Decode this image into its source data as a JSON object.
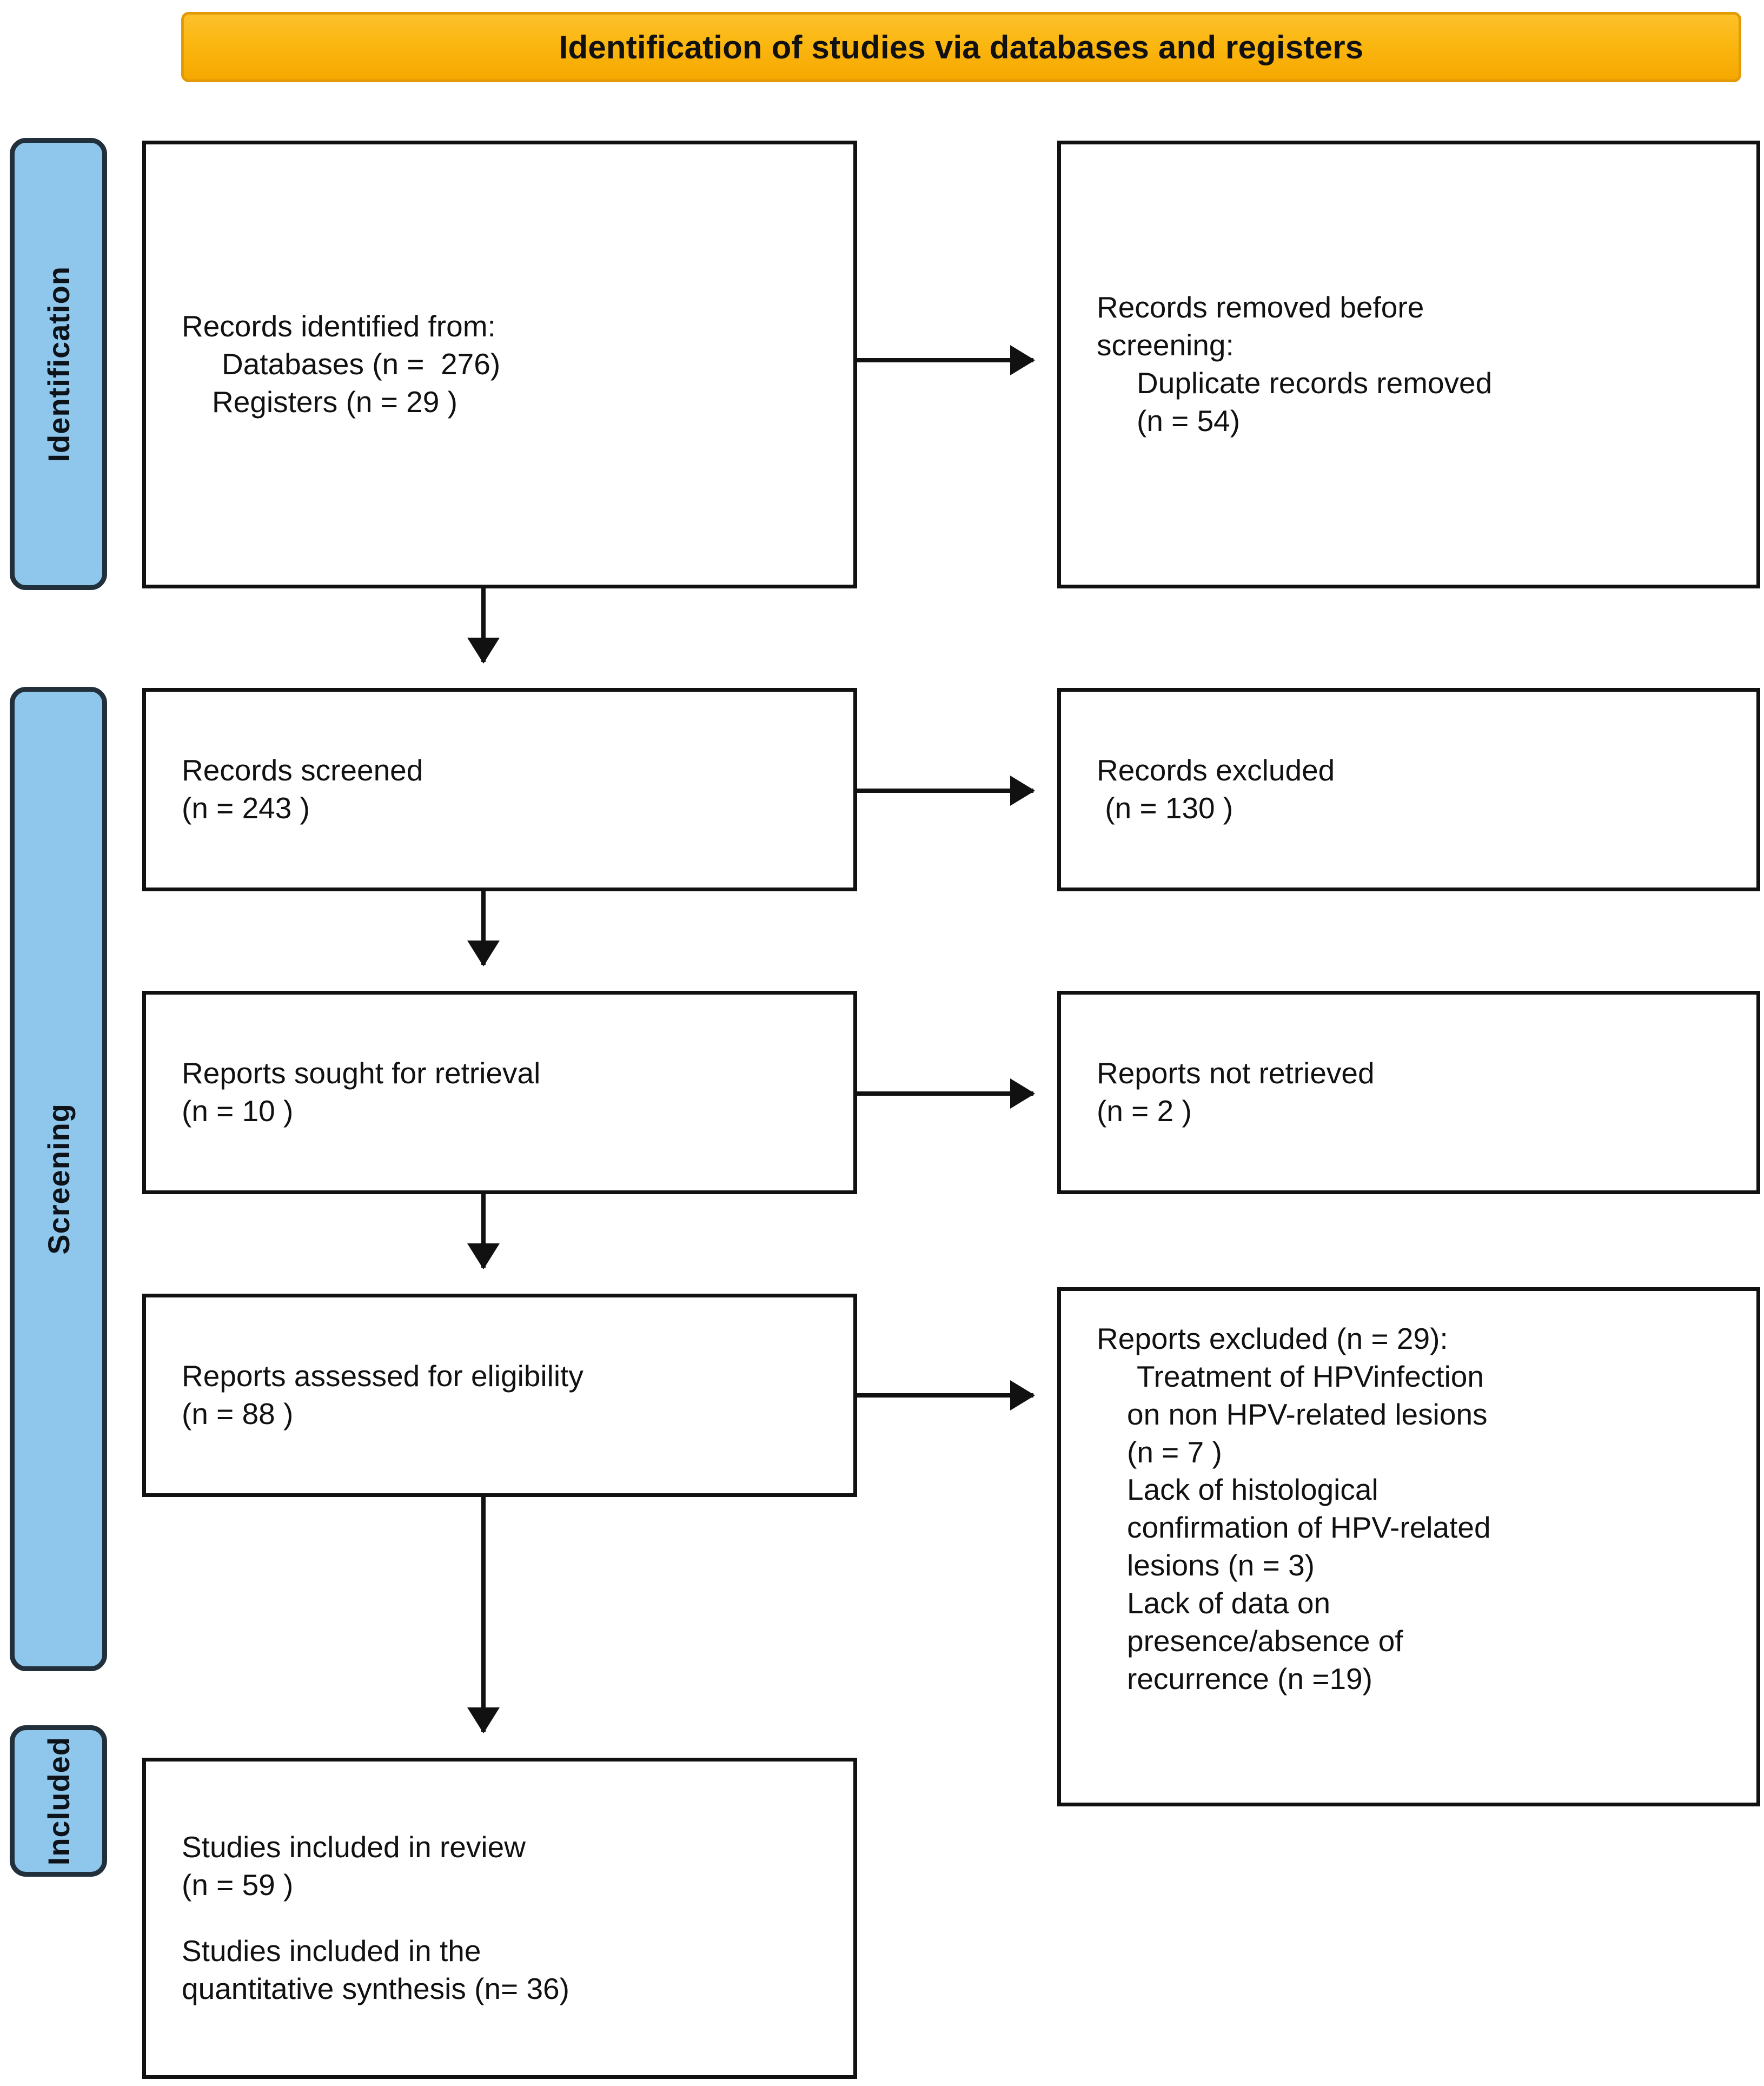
{
  "banner": {
    "title": "Identification of studies via databases and registers",
    "color": "#FBB711"
  },
  "bands": {
    "identification": "Identification",
    "screening": "Screening",
    "included": "Included",
    "color": "#8FC6EB"
  },
  "boxes": {
    "identified": {
      "line1": "Records identified from:",
      "line2": "Databases (n =  276)",
      "line3": "Registers (n = 29 )"
    },
    "removed": {
      "line1": "Records removed before",
      "line2": "screening:",
      "line3": "Duplicate records removed",
      "line4": "(n = 54)"
    },
    "screened": {
      "line1": "Records screened",
      "line2": "(n = 243 )"
    },
    "excluded": {
      "line1": "Records excluded",
      "line2": " (n = 130 )"
    },
    "sought": {
      "line1": "Reports sought for retrieval",
      "line2": "(n = 10 )"
    },
    "not_retrieved": {
      "line1": "Reports not retrieved",
      "line2": "(n = 2 )"
    },
    "assessed": {
      "line1": "Reports assessed for eligibility",
      "line2": "(n = 88 )"
    },
    "reports_excluded": {
      "line1": "Reports excluded (n = 29):",
      "line2": "Treatment of HPVinfection",
      "line3": "on non HPV-related lesions",
      "line4": "(n = 7 )",
      "line5": "Lack of histological",
      "line6": "confirmation of HPV-related",
      "line7": "lesions (n = 3)",
      "line8": "Lack of data on",
      "line9": "presence/absence of",
      "line10": "recurrence (n =19)"
    },
    "included": {
      "line1": "Studies included in review",
      "line2": "(n = 59 )",
      "line3": "Studies included in the",
      "line4": "quantitative synthesis (n= 36)"
    }
  }
}
